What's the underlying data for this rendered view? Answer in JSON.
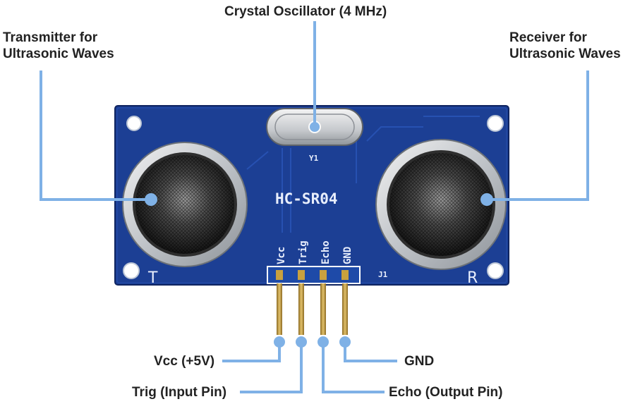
{
  "labels": {
    "crystal": "Crystal Oscillator (4 MHz)",
    "transmitter_line1": "Transmitter for",
    "transmitter_line2": "Ultrasonic Waves",
    "receiver_line1": "Receiver for",
    "receiver_line2": "Ultrasonic Waves",
    "vcc": "Vcc (+5V)",
    "trig": "Trig (Input Pin)",
    "echo": "Echo (Output Pin)",
    "gnd": "GND"
  },
  "board": {
    "model": "HC-SR04",
    "crystal_ref": "Y1",
    "header_ref": "J1",
    "transmitter_mark": "T",
    "receiver_mark": "R",
    "pin_vcc": "Vcc",
    "pin_trig": "Trig",
    "pin_echo": "Echo",
    "pin_gnd": "GND"
  },
  "colors": {
    "board": "#1c3f94",
    "board_dark": "#12296a",
    "leader": "#7fb1e6",
    "pin": "#b8913a",
    "text": "#222222"
  }
}
